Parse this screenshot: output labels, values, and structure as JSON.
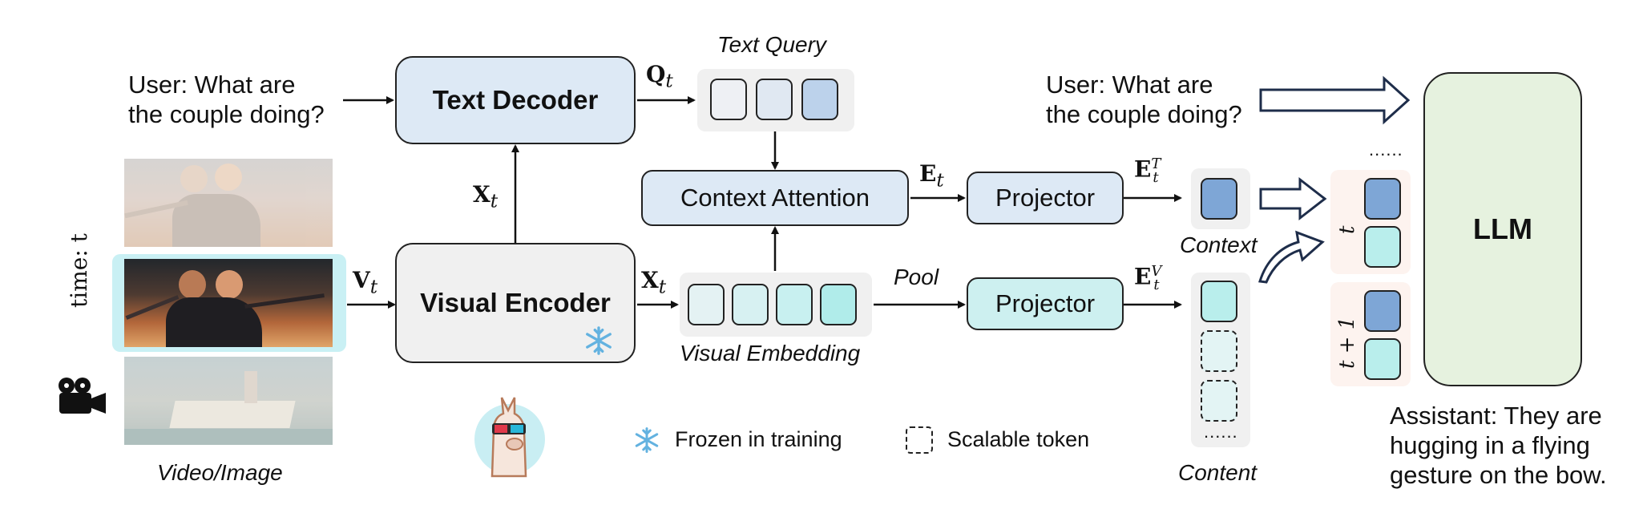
{
  "user_query": {
    "line1": "User:  What  are",
    "line2": "the couple doing?"
  },
  "user_query_right": {
    "line1": "User:  What  are",
    "line2": "the couple doing?"
  },
  "blocks": {
    "text_decoder": "Text Decoder",
    "visual_encoder": "Visual Encoder",
    "context_attention": "Context Attention",
    "projector_top": "Projector",
    "projector_bottom": "Projector",
    "llm": "LLM"
  },
  "labels": {
    "text_query": "Text Query",
    "visual_embedding": "Visual Embedding",
    "pool": "Pool",
    "context": "Context",
    "content": "Content",
    "video_image": "Video/Image",
    "time": "time: t",
    "t": "t",
    "t_plus_1": "t + 1",
    "dots_llm": "......",
    "dots_content": "......"
  },
  "symbols": {
    "Q_t": {
      "base": "Q",
      "sub": "t"
    },
    "X_t_up": {
      "base": "X",
      "sub": "t"
    },
    "X_t_right": {
      "base": "X",
      "sub": "t"
    },
    "V_t": {
      "base": "V",
      "sub": "t"
    },
    "E_t": {
      "base": "E",
      "sub": "t"
    },
    "E_t_T": {
      "base": "E",
      "sub": "t",
      "sup": "T"
    },
    "E_t_V": {
      "base": "E",
      "sub": "t",
      "sup": "V"
    }
  },
  "legend": {
    "frozen": "Frozen in training",
    "scalable": "Scalable token"
  },
  "assistant": {
    "line1": "Assistant: They are",
    "line2": "hugging  in  a  flying",
    "line3": "gesture on the bow."
  },
  "icons": [
    "snowflake-icon",
    "camera-icon",
    "llama-icon",
    "arrow-icon"
  ],
  "colors": {
    "text_decoder_fill": "#dde9f5",
    "visual_encoder_fill": "#f0f0f0",
    "context_attention_fill": "#dde9f5",
    "projector_top_fill": "#dde9f5",
    "projector_bottom_fill": "#cdf0f0",
    "llm_fill": "#e6f2df",
    "context_token": "#7ea6d6",
    "content_token": "#b9eeec",
    "panel_gray": "#f0f0f0",
    "panel_pink": "#fdf3ef",
    "highlight_frame": "#c9f0f4"
  }
}
